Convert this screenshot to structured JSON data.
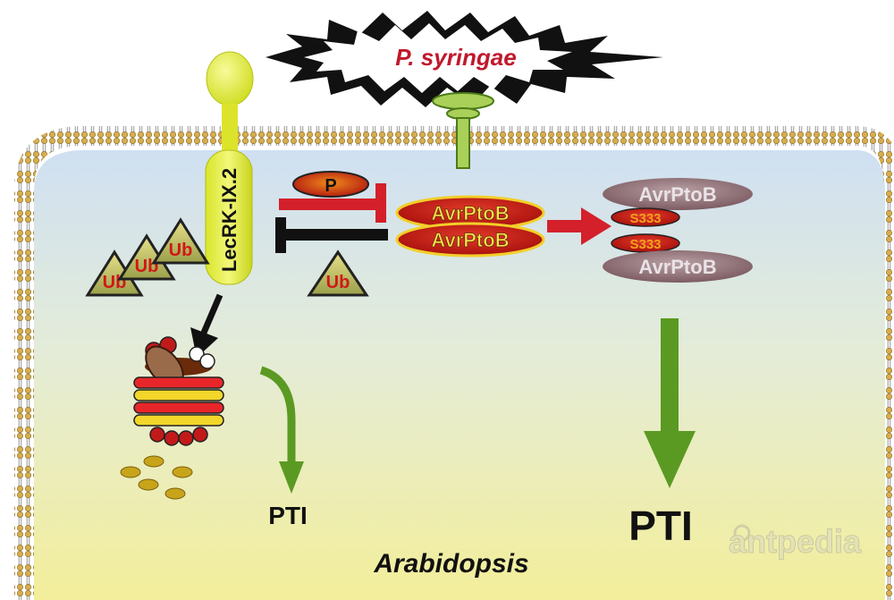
{
  "pathogen": {
    "label": "P. syringae"
  },
  "receptor": {
    "label": "LecRK-IX.2"
  },
  "phospho": {
    "label": "P"
  },
  "ubiquitin": {
    "label": "Ub"
  },
  "effector": {
    "label": "AvrPtoB"
  },
  "residue": {
    "label": "S333"
  },
  "outputs": {
    "pti_left": "PTI",
    "pti_right": "PTI"
  },
  "organism": {
    "label": "Arabidopsis"
  },
  "watermark": {
    "text": "antpedia"
  },
  "colors": {
    "membrane": "#c9a64a",
    "cell_top": "#d6e6f5",
    "cell_bottom": "#f3ef9e",
    "receptor": "#e3ec3c",
    "effector_red": "#c21a1a",
    "arrow_red": "#d4202a",
    "arrow_green": "#5a9a22",
    "pathogen_text": "#c0182c"
  }
}
